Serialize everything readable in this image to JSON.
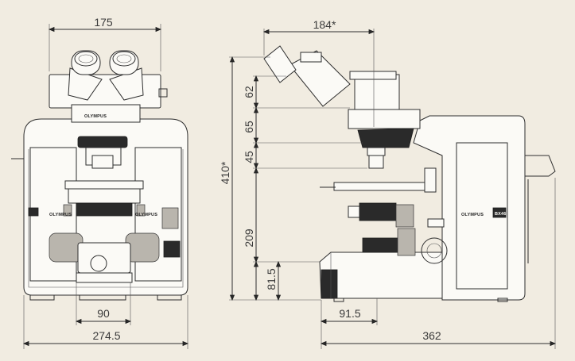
{
  "brand": "OLYMPUS",
  "model_badge": "BX46",
  "dimensions": {
    "front_eyepiece_width": "175",
    "front_base_width": "274.5",
    "front_stage_offset": "90",
    "side_eyepiece_depth": "184*",
    "side_total_height": "410*",
    "side_seg_62": "62",
    "side_seg_65": "65",
    "side_seg_45": "45",
    "side_stage_height": "209",
    "side_base_height": "81.5",
    "side_base_offset": "91.5",
    "side_total_depth": "362"
  },
  "colors": {
    "background": "#f1ece1",
    "line": "#2e2e2e"
  }
}
